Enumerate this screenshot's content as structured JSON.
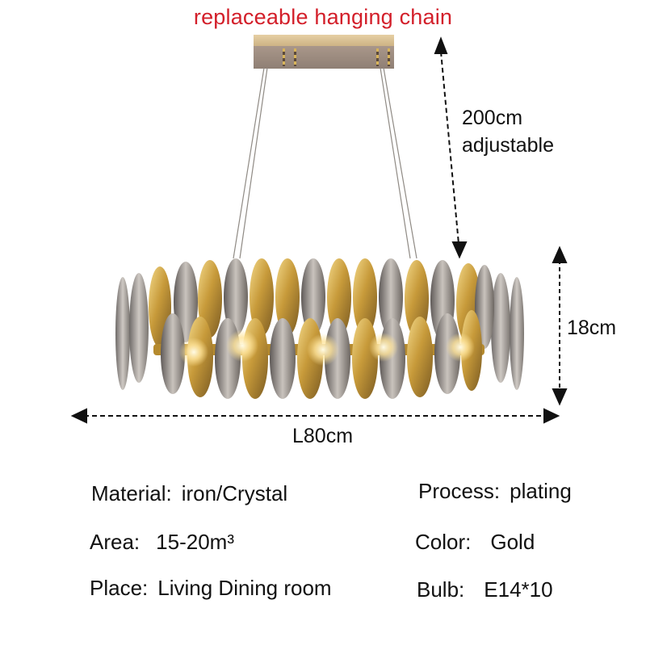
{
  "header": {
    "title": "replaceable hanging chain",
    "title_color": "#d31f2a"
  },
  "dimensions": {
    "hanging_length": {
      "value": "200cm",
      "note": "adjustable"
    },
    "height": "18cm",
    "length": "L80cm"
  },
  "specs": [
    {
      "label": "Material:",
      "value": "iron/Crystal"
    },
    {
      "label": "Area:",
      "value": "15-20m³"
    },
    {
      "label": "Place:",
      "value": "Living Dining room"
    },
    {
      "label": "Process:",
      "value": "plating"
    },
    {
      "label": "Color:",
      "value": "Gold"
    },
    {
      "label": "Bulb:",
      "value": "E14*10"
    }
  ],
  "product": {
    "type": "crystal chandelier",
    "finish_color": "#c9a24a",
    "crystal_color": "#8a8580"
  },
  "icons": {
    "arrows": [
      "arrow-up-icon",
      "arrow-down-icon",
      "arrow-left-icon",
      "arrow-right-icon"
    ]
  }
}
